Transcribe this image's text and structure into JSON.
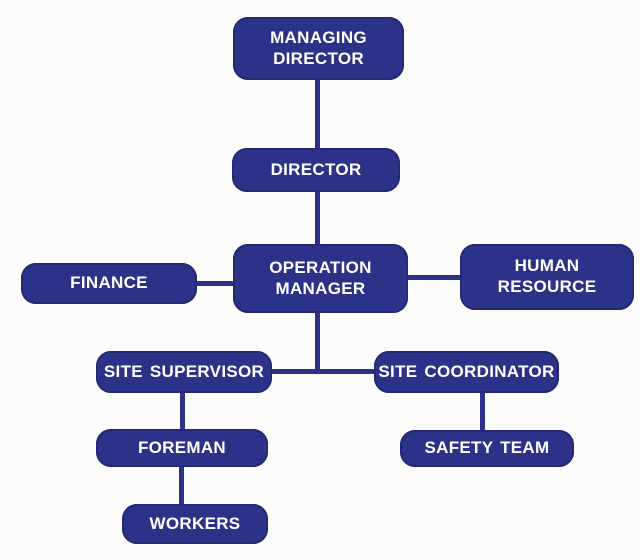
{
  "colors": {
    "node_fill": "#2b3287",
    "node_border": "#232a73",
    "edge": "#2b3287",
    "text": "#ffffff",
    "background": "#fcfcfa"
  },
  "org_chart": {
    "type": "org-chart",
    "nodes": {
      "managing_director": {
        "label": "MANAGING\nDIRECTOR"
      },
      "director": {
        "label": "DIRECTOR"
      },
      "finance": {
        "label": "FINANCE"
      },
      "operation_manager": {
        "label": "OPERATION\nMANAGER"
      },
      "human_resource": {
        "label": "HUMAN\nRESOURCE"
      },
      "site_supervisor": {
        "label": "SITE SUPERVISOR"
      },
      "site_coordinator": {
        "label": "SITE COORDINATOR"
      },
      "foreman": {
        "label": "FOREMAN"
      },
      "safety_team": {
        "label": "SAFETY TEAM"
      },
      "workers": {
        "label": "WORKERS"
      }
    },
    "edges": [
      {
        "from": "managing_director",
        "to": "director"
      },
      {
        "from": "director",
        "to": "operation_manager"
      },
      {
        "from": "operation_manager",
        "to": "finance"
      },
      {
        "from": "operation_manager",
        "to": "human_resource"
      },
      {
        "from": "operation_manager",
        "to": "site_supervisor"
      },
      {
        "from": "operation_manager",
        "to": "site_coordinator"
      },
      {
        "from": "site_supervisor",
        "to": "foreman"
      },
      {
        "from": "site_coordinator",
        "to": "safety_team"
      },
      {
        "from": "foreman",
        "to": "workers"
      }
    ]
  }
}
